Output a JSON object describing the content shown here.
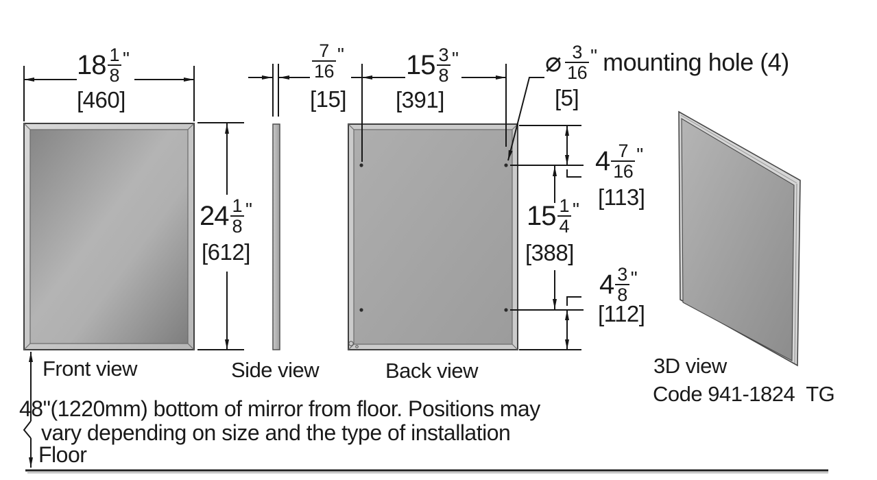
{
  "colors": {
    "line": "#161616",
    "text": "#1a1a1a",
    "panel_frame": "#cfcfcf",
    "panel_face": "#a6a6a6",
    "background": "#ffffff"
  },
  "views": {
    "front": {
      "label": "Front view",
      "width": {
        "inches_whole": "18",
        "frac_num": "1",
        "frac_den": "8",
        "unit": "\"",
        "mm": "[460]"
      },
      "height": {
        "inches_whole": "24",
        "frac_num": "1",
        "frac_den": "8",
        "unit": "\"",
        "mm": "[612]"
      }
    },
    "side": {
      "label": "Side view",
      "thickness": {
        "frac_num": "7",
        "frac_den": "16",
        "unit": "\"",
        "mm": "[15]"
      }
    },
    "back": {
      "label": "Back view",
      "hole_span_horizontal": {
        "inches_whole": "15",
        "frac_num": "3",
        "frac_den": "8",
        "unit": "\"",
        "mm": "[391]"
      },
      "hole_offset_top": {
        "inches_whole": "4",
        "frac_num": "7",
        "frac_den": "16",
        "unit": "\"",
        "mm": "[113]"
      },
      "hole_span_vertical": {
        "inches_whole": "15",
        "frac_num": "1",
        "frac_den": "4",
        "unit": "\"",
        "mm": "[388]"
      },
      "hole_offset_bottom": {
        "inches_whole": "4",
        "frac_num": "3",
        "frac_den": "8",
        "unit": "\"",
        "mm": "[112]"
      },
      "mounting_hole": {
        "symbol": "⌀",
        "frac_num": "3",
        "frac_den": "16",
        "unit": "\"",
        "label": "mounting hole (4)",
        "mm": "[5]"
      }
    },
    "view3d": {
      "label": "3D view",
      "code": "Code 941-1824",
      "code_suffix": "TG"
    }
  },
  "floor_note": {
    "line1": "48\"(1220mm) bottom of mirror from floor. Positions may",
    "line2": "vary depending on size and the type of installation",
    "floor_label": "Floor"
  }
}
